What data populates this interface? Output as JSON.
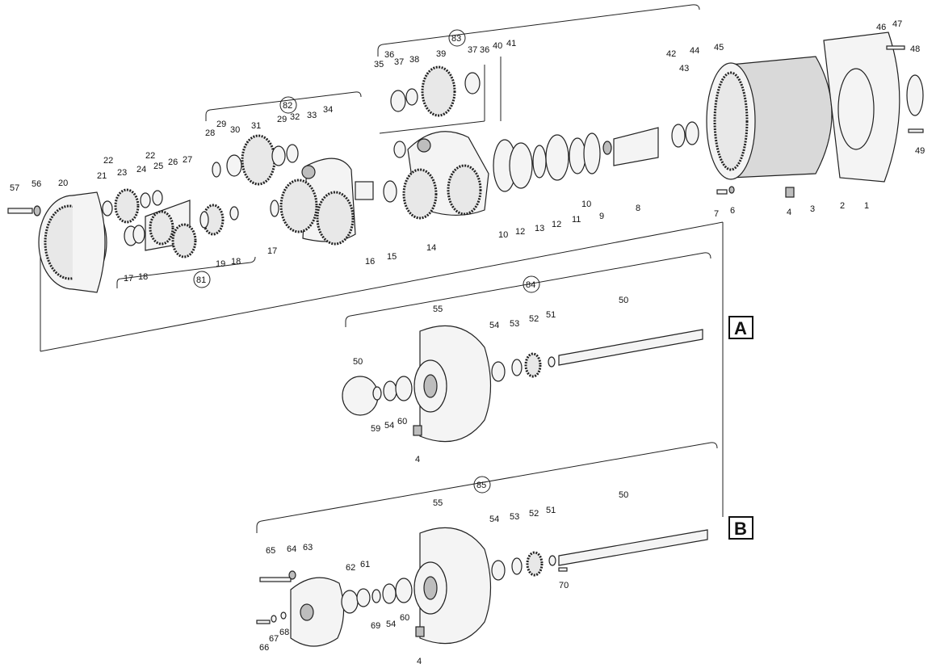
{
  "labels": {
    "p1": "1",
    "p2": "2",
    "p3": "3",
    "p4a": "4",
    "p4b": "4",
    "p4c": "4",
    "p6": "6",
    "p7": "7",
    "p8": "8",
    "p9": "9",
    "p10a": "10",
    "p10b": "10",
    "p11": "11",
    "p12a": "12",
    "p12b": "12",
    "p13": "13",
    "p14": "14",
    "p15": "15",
    "p16": "16",
    "p17a": "17",
    "p17b": "17",
    "p18a": "18",
    "p18b": "18",
    "p19": "19",
    "p20": "20",
    "p21": "21",
    "p22a": "22",
    "p22b": "22",
    "p23": "23",
    "p24": "24",
    "p25": "25",
    "p26": "26",
    "p27": "27",
    "p28": "28",
    "p29a": "29",
    "p29b": "29",
    "p30": "30",
    "p31": "31",
    "p32": "32",
    "p33": "33",
    "p34": "34",
    "p35": "35",
    "p36a": "36",
    "p36b": "36",
    "p37a": "37",
    "p37b": "37",
    "p38": "38",
    "p39": "39",
    "p40": "40",
    "p41": "41",
    "p42": "42",
    "p43": "43",
    "p44": "44",
    "p45": "45",
    "p46": "46",
    "p47": "47",
    "p48": "48",
    "p49": "49",
    "p50a": "50",
    "p50b": "50",
    "p50c": "50",
    "p51a": "51",
    "p51b": "51",
    "p52a": "52",
    "p52b": "52",
    "p53a": "53",
    "p53b": "53",
    "p54a": "54",
    "p54b": "54",
    "p54c": "54",
    "p54d": "54",
    "p55a": "55",
    "p55b": "55",
    "p56": "56",
    "p57": "57",
    "p59": "59",
    "p60a": "60",
    "p60b": "60",
    "p61": "61",
    "p62": "62",
    "p63": "63",
    "p64": "64",
    "p65": "65",
    "p66": "66",
    "p67": "67",
    "p68": "68",
    "p69": "69",
    "p70": "70"
  },
  "groups": {
    "g81": "81",
    "g82": "82",
    "g83": "83",
    "g84": "84",
    "g85": "85"
  },
  "views": {
    "a": "A",
    "b": "B"
  }
}
